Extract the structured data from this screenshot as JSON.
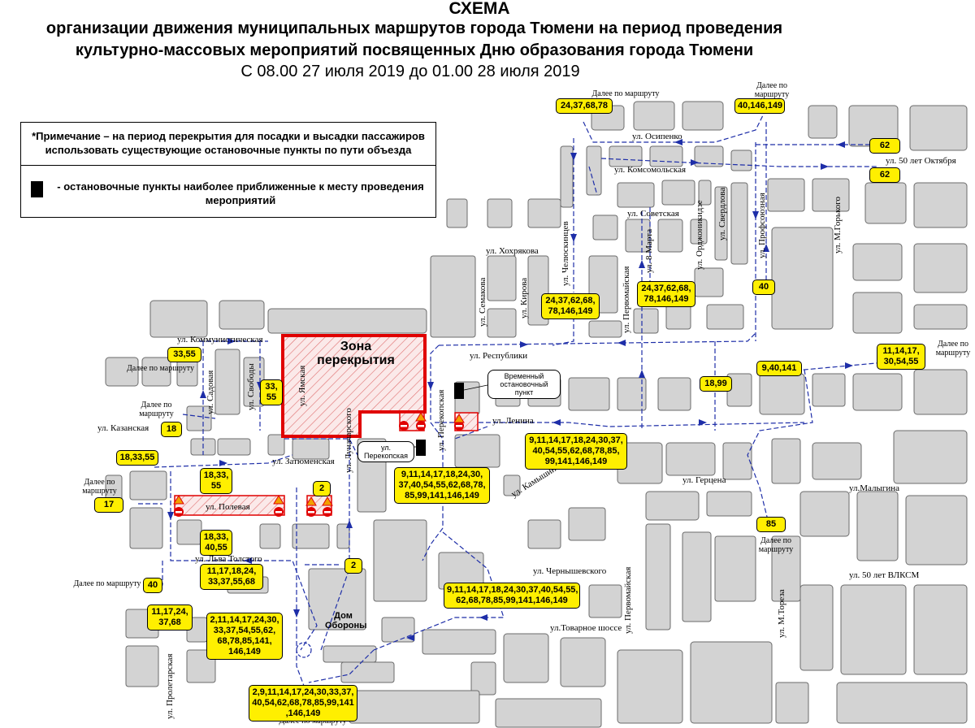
{
  "title": {
    "line1": "СХЕМА",
    "line2": "организации движения муниципальных маршрутов города Тюмени на период проведения",
    "line3": "культурно-массовых мероприятий посвященных Дню образования города Тюмени",
    "line4": "С 08.00 27 июля 2019 до 01.00 28 июля 2019"
  },
  "note": {
    "text": "*Примечание – на период перекрытия для посадки и высадки пассажиров использовать существующие остановочные пункты по пути объезда",
    "legend": "- остановочные пункты наиболее приближенные к месту проведения мероприятий"
  },
  "zone": {
    "label": "Зона\nперекрытия"
  },
  "streets": {
    "osipenko": "ул. Осипенко",
    "komsomolskaya": "ул. Комсомольская",
    "sovetskaya": "ул. Советская",
    "oktyabrya": "ул. 50 лет Октября",
    "khokhryakova": "ул. Хохрякова",
    "chelyuskintsev": "ул. Челюскинцев",
    "semakova": "ул. Семакова",
    "kirova": "ул. Кирова",
    "pervomayskaya1": "ул. Первомайская",
    "marta8": "ул. 8 Марта",
    "ordzhonikidze": "ул. Орджоникидзе",
    "sverdlova": "ул. Свердлова",
    "profsoyuznaya": "ул. Профсоюзная",
    "gorkogo": "ул. М.Горького",
    "kommunisticheskaya": "ул. Коммунистическая",
    "respubliki": "ул. Республики",
    "sadovaya": "ул. Садовая",
    "svobody": "ул. Свободы",
    "yamskaya": "ул. Ямская",
    "lunacharskogo": "ул. Луначарского",
    "perekopskaya": "ул. Перекопская",
    "lenina": "ул. Ленина",
    "kazanskaya": "ул. Казанская",
    "zatyumenskaya": "ул. Затюменская",
    "polevaya": "ул. Полевая",
    "kamyshinskaya": "ул. Камышинская",
    "gertsena": "ул. Герцена",
    "malygina": "ул.Малыгина",
    "lvaTolstogo": "ул. Льва Толстого",
    "chernyshevskogo": "ул. Чернышевского",
    "pervomayskaya2": "ул. Первомайская",
    "vlksm": "ул. 50 лет ВЛКСМ",
    "proletarskaya": "ул. Пролетарская",
    "toreza": "ул. М.Тореза",
    "tovarnoe": "ул.Товарное шоссе"
  },
  "places": {
    "dom_oborony": "Дом\nОбороны",
    "temp_stop": "Временный\nостановочный пункт",
    "stop_perekopskaya": "ул. Перекопская"
  },
  "further": {
    "f1": "Далее по маршруту",
    "f2": "Далее по\nмаршруту",
    "f3": "Далее по\nмаршруту",
    "f4": "Далее по маршруту",
    "f5": "Далее по\nмаршруту",
    "f6": "Далее по\nмаршруту",
    "f7": "Далее по маршруту",
    "f8": "Далее по\nмаршруту",
    "f9": "Далее по маршруту"
  },
  "routes": {
    "r1": "24,37,68,78",
    "r2": "40,146,149",
    "r3": "62",
    "r4": "62",
    "r5": "24,37,62,68,\n78,146,149",
    "r6": "24,37,62,68,\n78,146,149",
    "r7": "40",
    "r8": "11,14,17,\n30,54,55",
    "r9": "9,40,141",
    "r10": "18,99",
    "r11": "33,55",
    "r12": "33,\n55",
    "r13": "18",
    "r14": "18,33,55",
    "r15": "18,33,\n55",
    "r16": "17",
    "r17": "2",
    "r18": "18,33,\n40,55",
    "r19": "9,11,14,17,18,24,30,37,\n40,54,55,62,68,78,85,\n99,141,146,149",
    "r20": "9,11,14,17,18,24,30,\n37,40,54,55,62,68,78,\n85,99,141,146,149",
    "r21": "85",
    "r22": "40",
    "r23": "11,17,18,24,\n33,37,55,68",
    "r24": "2",
    "r25": "9,11,14,17,18,24,30,37,40,54,55,\n62,68,78,85,99,141,146,149",
    "r26": "11,17,24,\n37,68",
    "r27": "2,11,14,17,24,30,\n33,37,54,55,62,\n68,78,85,141,\n146,149",
    "r28": "2,9,11,14,17,24,30,33,37,\n40,54,62,68,78,85,99,141\n,146,149"
  },
  "colors": {
    "route": "#1e2ea8",
    "label": "#ffef00",
    "zone": "#e00000",
    "block": "#d3d3d3"
  }
}
